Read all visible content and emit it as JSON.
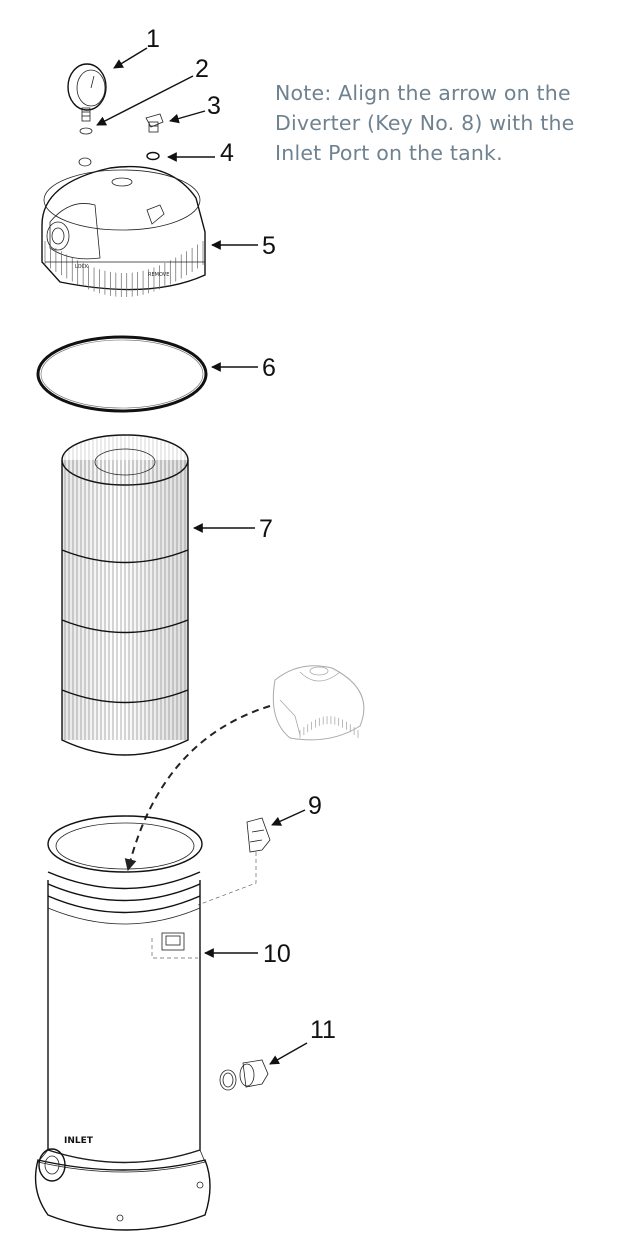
{
  "note": {
    "lines": [
      "Note: Align the arrow on the",
      "Diverter (Key No. 8) with the",
      "Inlet Port on the tank."
    ],
    "color": "#6f8290"
  },
  "callouts": [
    "1",
    "2",
    "3",
    "4",
    "5",
    "6",
    "7",
    "9",
    "10",
    "11"
  ],
  "parts": {
    "lid_ring_text": [
      "LOCK",
      "REMOVE"
    ],
    "tank_text": "INLET"
  }
}
